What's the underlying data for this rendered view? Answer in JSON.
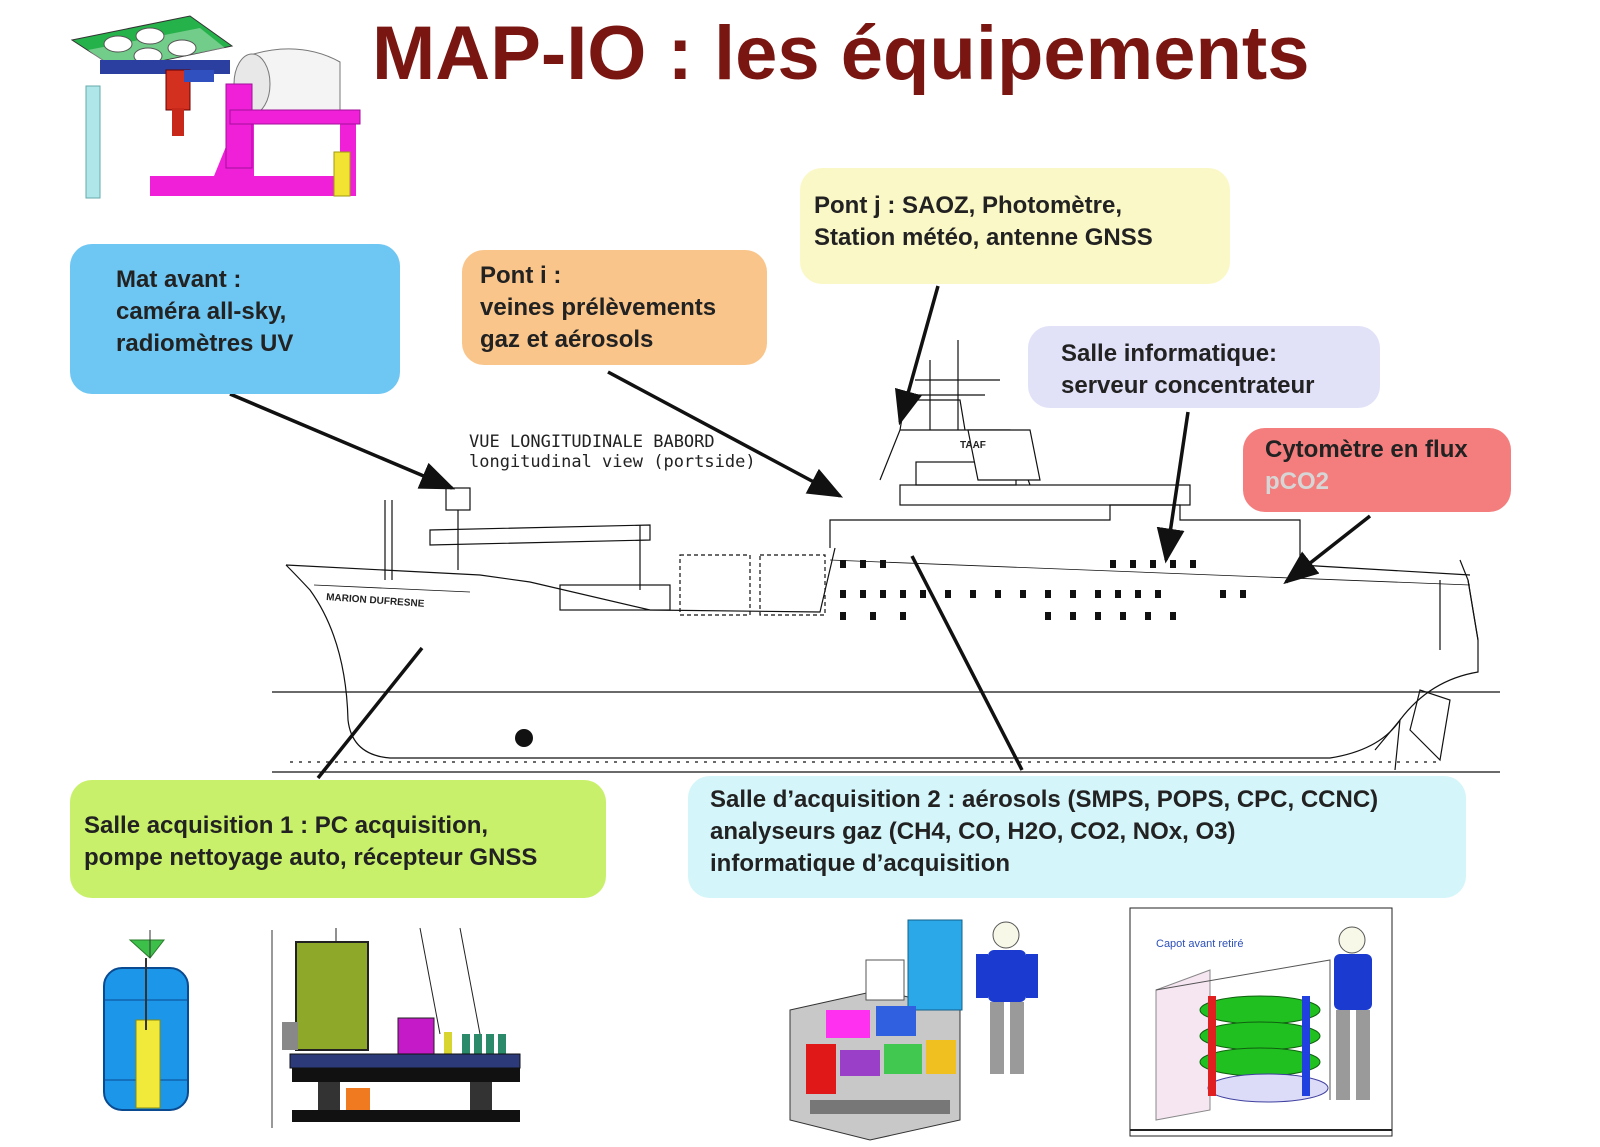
{
  "title": "MAP-IO : les équipements",
  "boxes": {
    "mat_avant": {
      "lines": [
        "Mat avant :",
        "caméra all-sky,",
        "radiomètres UV"
      ],
      "color": "#6ec6f2"
    },
    "pont_i": {
      "lines": [
        "Pont i :",
        "veines prélèvements",
        "gaz et aérosols"
      ],
      "color": "#f9c58a"
    },
    "pont_j": {
      "lines": [
        "Pont j : SAOZ, Photomètre,",
        "Station météo, antenne GNSS"
      ],
      "color": "#fbf8c7"
    },
    "salle_informatique": {
      "lines": [
        "Salle informatique:",
        "serveur concentrateur"
      ],
      "color": "#e1e1f8"
    },
    "cytometre": {
      "lines": [
        "Cytomètre en flux",
        "pCO2"
      ],
      "color": "#f47e7e"
    },
    "salle_acquisition_1": {
      "lines": [
        "Salle acquisition 1 :  PC acquisition,",
        "pompe nettoyage auto, récepteur GNSS"
      ],
      "color": "#c8f06a"
    },
    "salle_acquisition_2": {
      "lines": [
        "Salle d’acquisition 2 : aérosols (SMPS, POPS, CPC, CCNC)",
        "analyseurs gaz (CH4, CO, H2O, CO2, NOx, O3)",
        "informatique d’acquisition"
      ],
      "color": "#d4f5f9"
    }
  },
  "ship_caption": [
    "VUE LONGITUDINALE BABORD",
    "longitudinal view (portside)"
  ],
  "ship_name": "MARION DUFRESNE",
  "funnel_label": "TAAF",
  "capot_label": "Capot avant retiré"
}
